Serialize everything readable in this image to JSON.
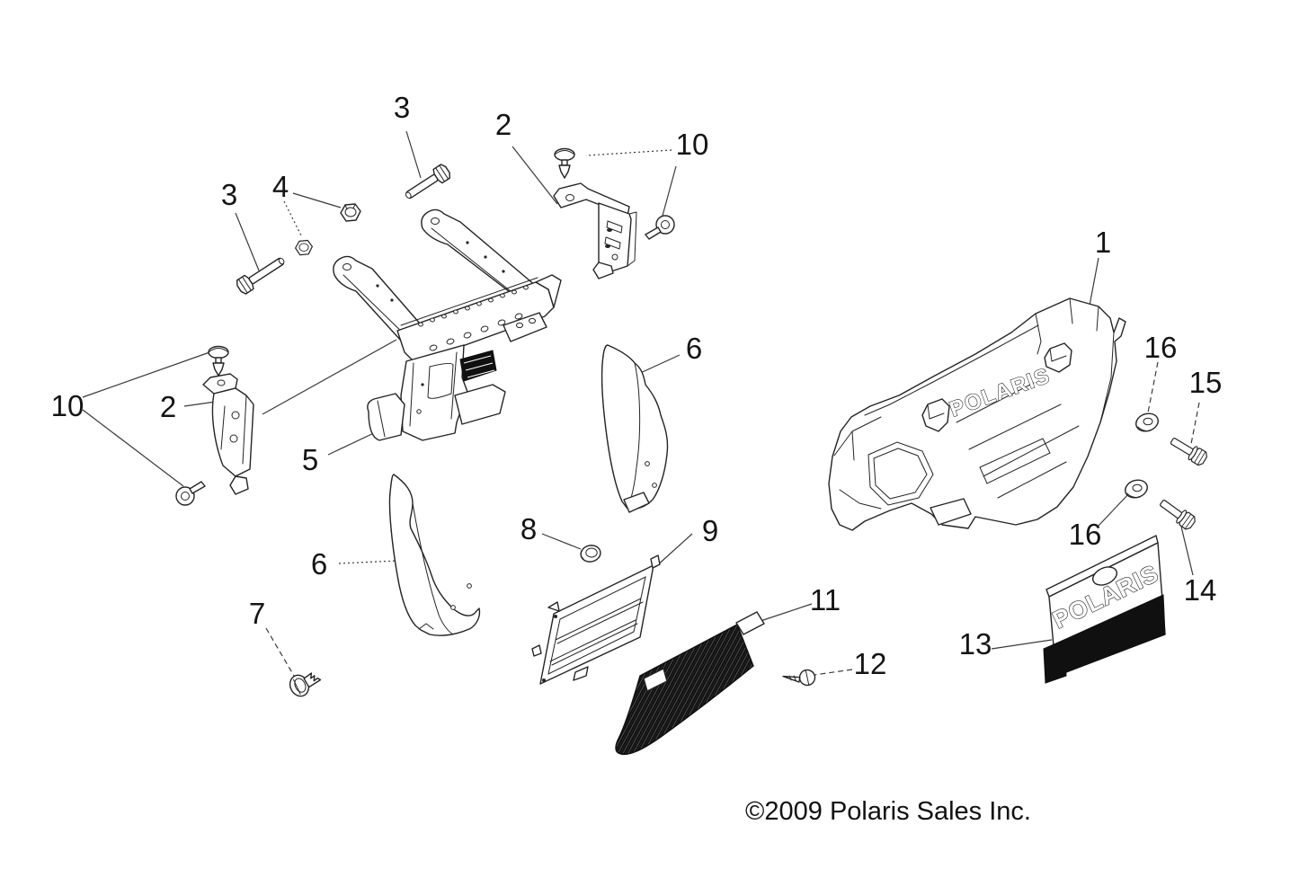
{
  "footer": {
    "copyright": "©2009 Polaris Sales Inc."
  },
  "branding": {
    "bumper_logo": "POLARIS",
    "grille_logo": "POLARIS"
  },
  "callouts": [
    {
      "label": "3"
    },
    {
      "label": "2"
    },
    {
      "label": "10"
    },
    {
      "label": "4"
    },
    {
      "label": "3"
    },
    {
      "label": "1"
    },
    {
      "label": "16"
    },
    {
      "label": "15"
    },
    {
      "label": "6"
    },
    {
      "label": "10"
    },
    {
      "label": "2"
    },
    {
      "label": "5"
    },
    {
      "label": "8"
    },
    {
      "label": "9"
    },
    {
      "label": "16"
    },
    {
      "label": "6"
    },
    {
      "label": "14"
    },
    {
      "label": "11"
    },
    {
      "label": "7"
    },
    {
      "label": "13"
    },
    {
      "label": "12"
    }
  ]
}
